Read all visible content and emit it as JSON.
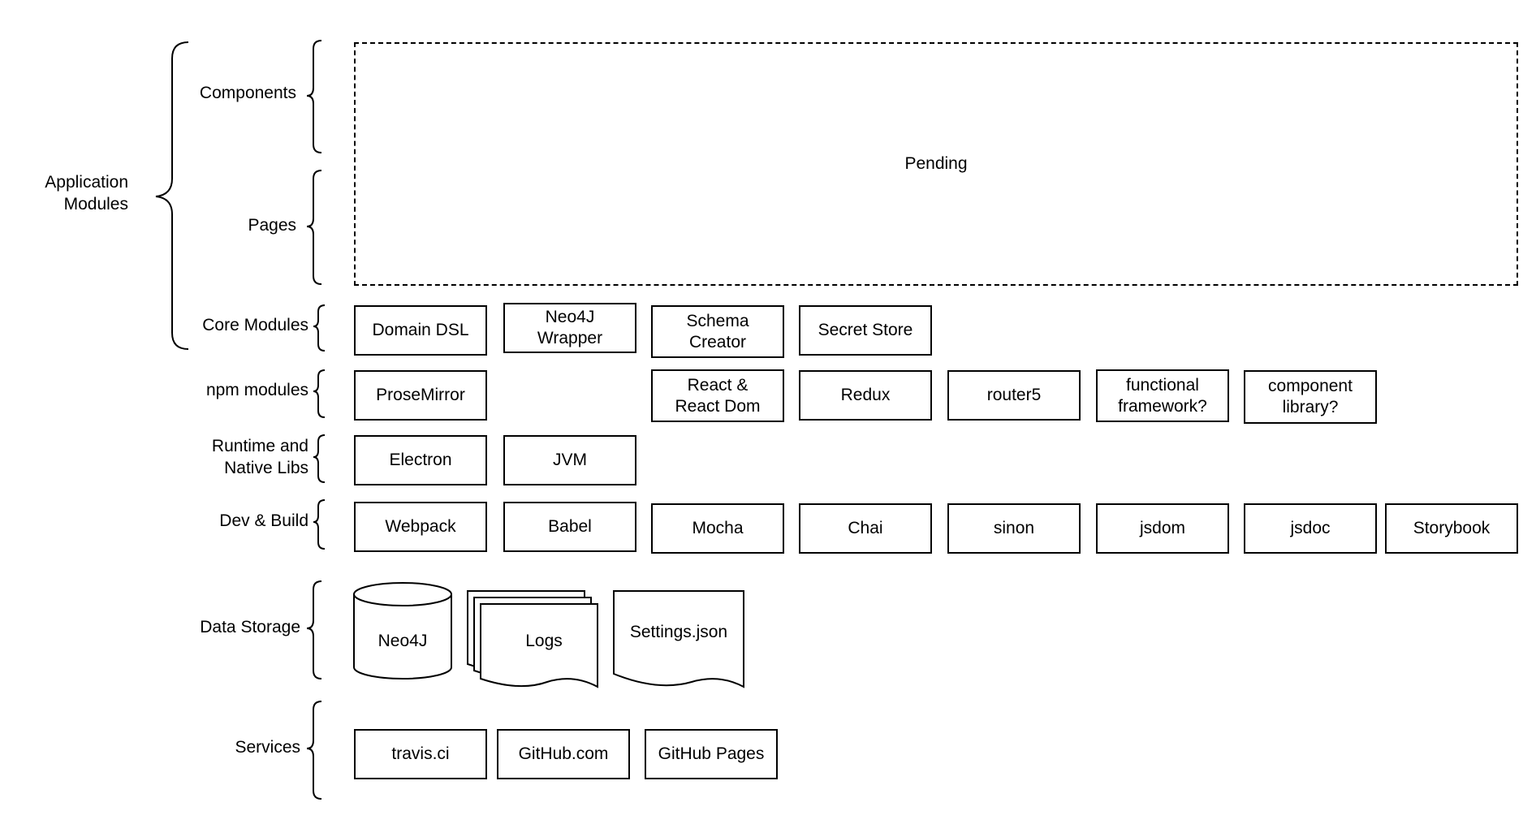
{
  "groups": {
    "application_modules": "Application\nModules",
    "components": "Components",
    "pages": "Pages",
    "core_modules": "Core Modules",
    "npm_modules": "npm modules",
    "runtime": "Runtime and\nNative Libs",
    "dev_build": "Dev & Build",
    "data_storage": "Data Storage",
    "services": "Services"
  },
  "pending": "Pending",
  "core_modules": [
    "Domain DSL",
    "Neo4J\nWrapper",
    "Schema\nCreator",
    "Secret Store"
  ],
  "npm_modules": [
    "ProseMirror",
    "React &\nReact Dom",
    "Redux",
    "router5",
    "functional\nframework?",
    "component\nlibrary?"
  ],
  "runtime": [
    "Electron",
    "JVM"
  ],
  "dev_build": [
    "Webpack",
    "Babel",
    "Mocha",
    "Chai",
    "sinon",
    "jsdom",
    "jsdoc",
    "Storybook"
  ],
  "data_storage": {
    "database": "Neo4J",
    "logs": "Logs",
    "settings": "Settings.json"
  },
  "services": [
    "travis.ci",
    "GitHub.com",
    "GitHub Pages"
  ]
}
